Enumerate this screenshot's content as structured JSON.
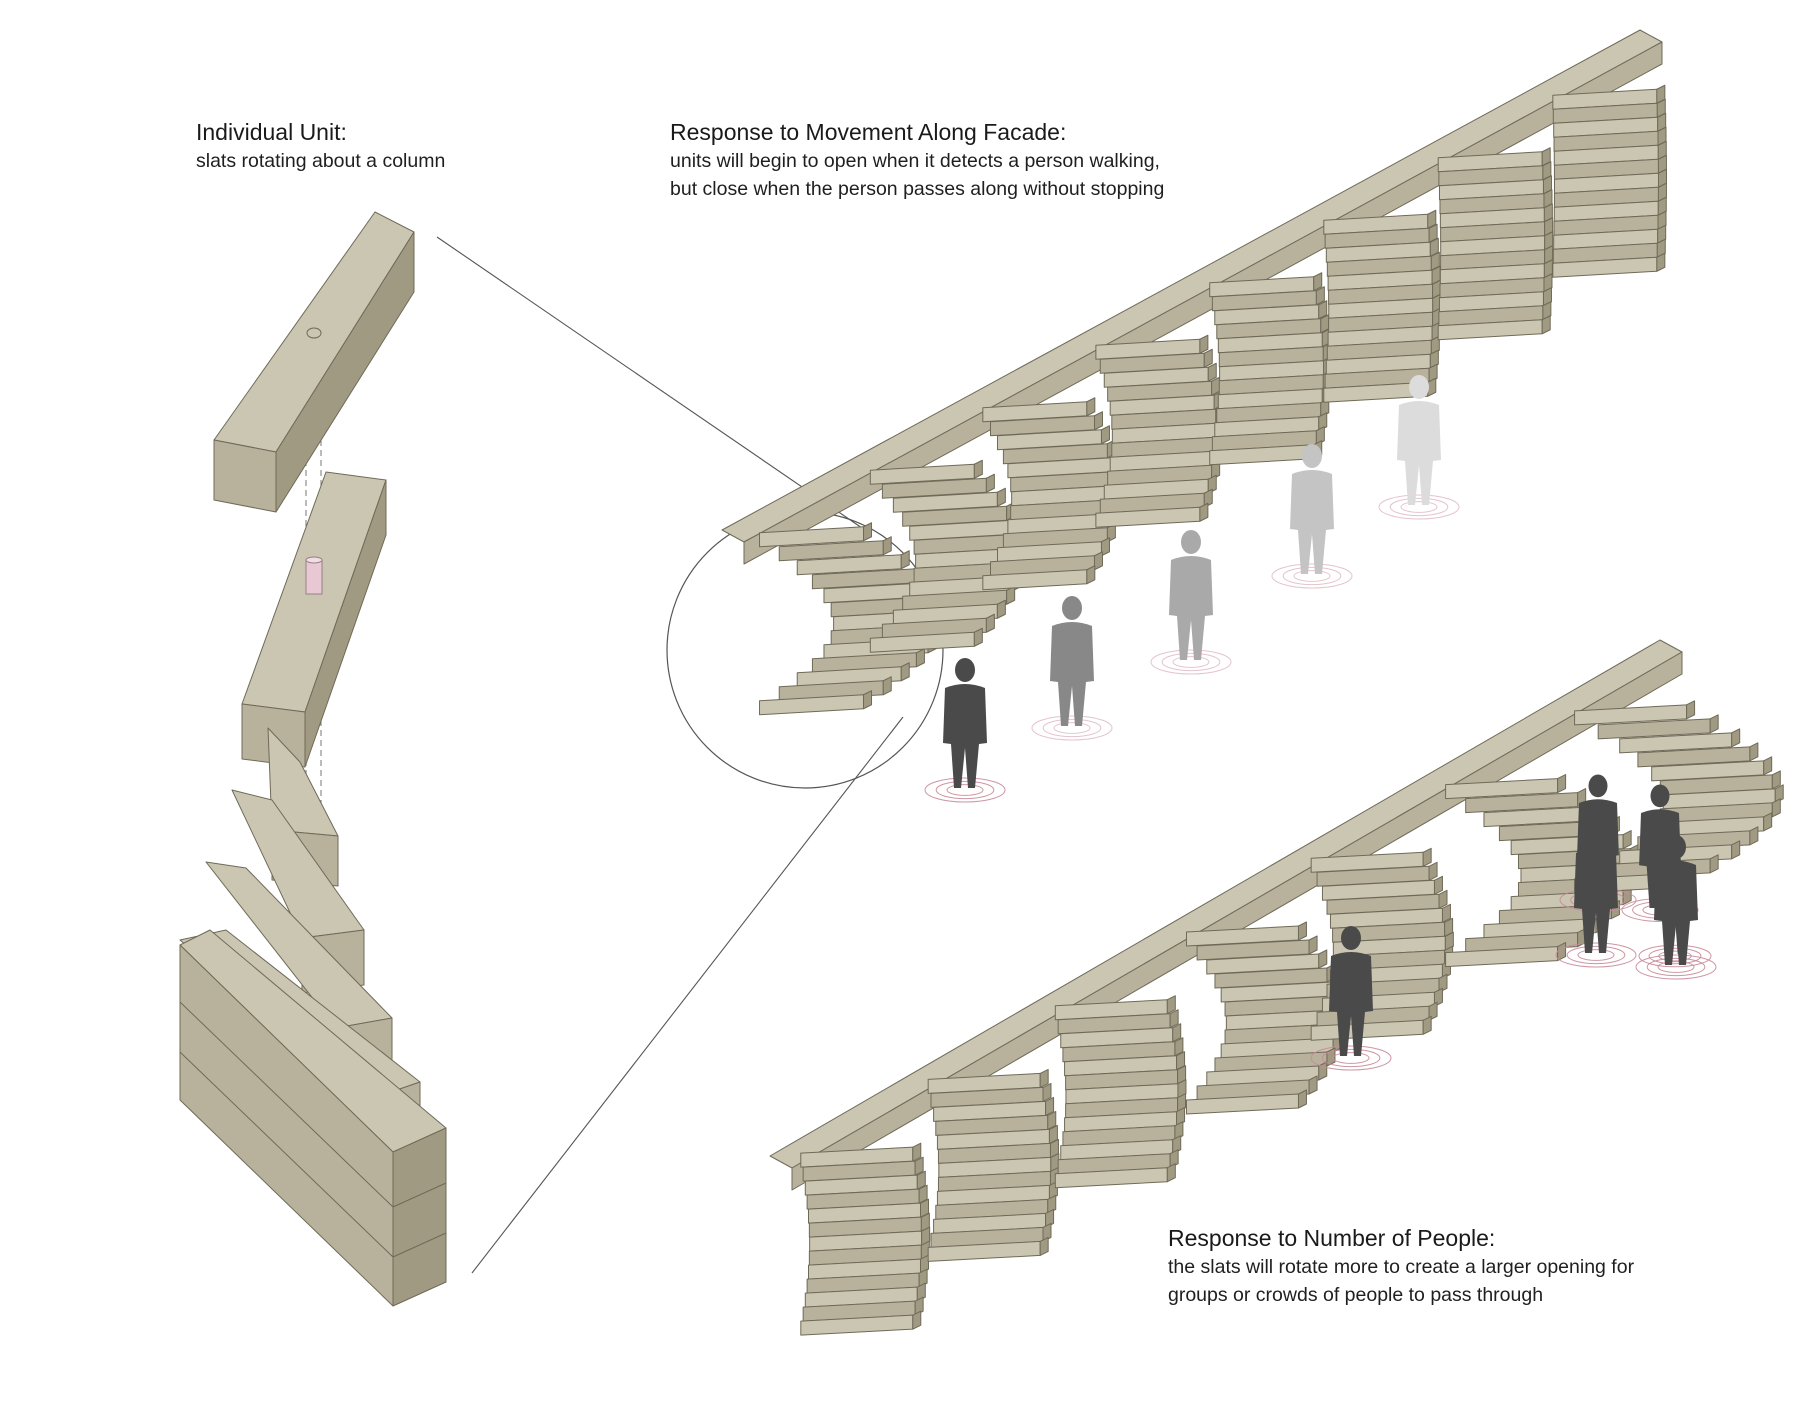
{
  "captions": {
    "unit": {
      "heading": "Individual Unit:",
      "lines": [
        "slats rotating about a column"
      ]
    },
    "movement": {
      "heading": "Response to Movement Along Facade:",
      "lines": [
        "units will begin to open when it detects a person walking,",
        "but close when the person passes along without stopping"
      ]
    },
    "people": {
      "heading": "Response to Number of People:",
      "lines": [
        "the slats will rotate more to create a larger opening for",
        "groups or crowds of people to pass through"
      ]
    }
  },
  "colors": {
    "slat_top": "#cbc6b2",
    "slat_front": "#b8b29c",
    "slat_side": "#a19a82",
    "edge": "#6f6a58",
    "pivot": "#e8c9d3",
    "ripple": "#c98a9a",
    "figure_dark": "#4a4a4a",
    "callout_line": "#555555"
  }
}
